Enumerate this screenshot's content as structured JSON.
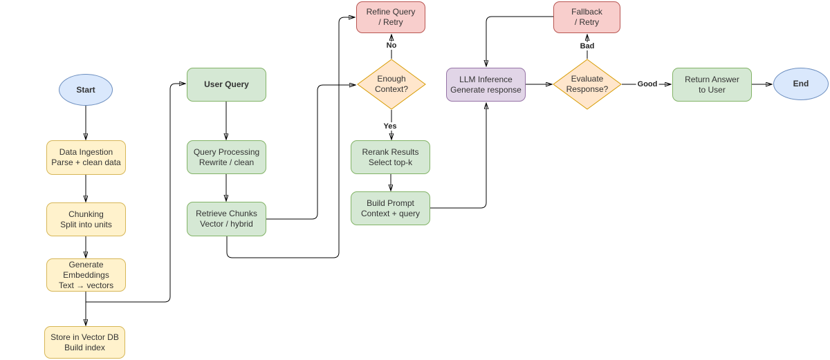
{
  "nodes": {
    "start": {
      "label": "Start"
    },
    "data_ingestion": {
      "line1": "Data Ingestion",
      "line2": "Parse + clean data"
    },
    "chunking": {
      "line1": "Chunking",
      "line2": "Split into units"
    },
    "generate_embeddings": {
      "line1": "Generate Embeddings",
      "line2": "Text → vectors"
    },
    "store_vector_db": {
      "line1": "Store in Vector DB",
      "line2": "Build index"
    },
    "user_query": {
      "label": "User Query"
    },
    "query_processing": {
      "line1": "Query Processing",
      "line2": "Rewrite / clean"
    },
    "retrieve_chunks": {
      "line1": "Retrieve Chunks",
      "line2": "Vector / hybrid"
    },
    "refine_query": {
      "line1": "Refine Query",
      "line2": "/ Retry"
    },
    "enough_context": {
      "line1": "Enough",
      "line2": "Context?"
    },
    "rerank_results": {
      "line1": "Rerank Results",
      "line2": "Select top-k"
    },
    "build_prompt": {
      "line1": "Build Prompt",
      "line2": "Context + query"
    },
    "llm_inference": {
      "line1": "LLM Inference",
      "line2": "Generate response"
    },
    "evaluate_response": {
      "line1": "Evaluate",
      "line2": "Response?"
    },
    "fallback": {
      "line1": "Fallback",
      "line2": "/ Retry"
    },
    "return_answer": {
      "line1": "Return Answer",
      "line2": "to User"
    },
    "end": {
      "label": "End"
    }
  },
  "edge_labels": {
    "no": "No",
    "yes": "Yes",
    "bad": "Bad",
    "good": "Good"
  },
  "palette": {
    "terminal_fill": "#dae8fc",
    "terminal_stroke": "#6c8ebf",
    "ingest_fill": "#fff2cc",
    "ingest_stroke": "#d6b656",
    "process_fill": "#d5e8d4",
    "process_stroke": "#82b366",
    "decision_fill": "#ffe6cc",
    "decision_stroke": "#d79b00",
    "retry_fill": "#f8cecc",
    "retry_stroke": "#b85450",
    "llm_fill": "#e1d5e7",
    "llm_stroke": "#9673a6",
    "edge_color": "#000000"
  }
}
